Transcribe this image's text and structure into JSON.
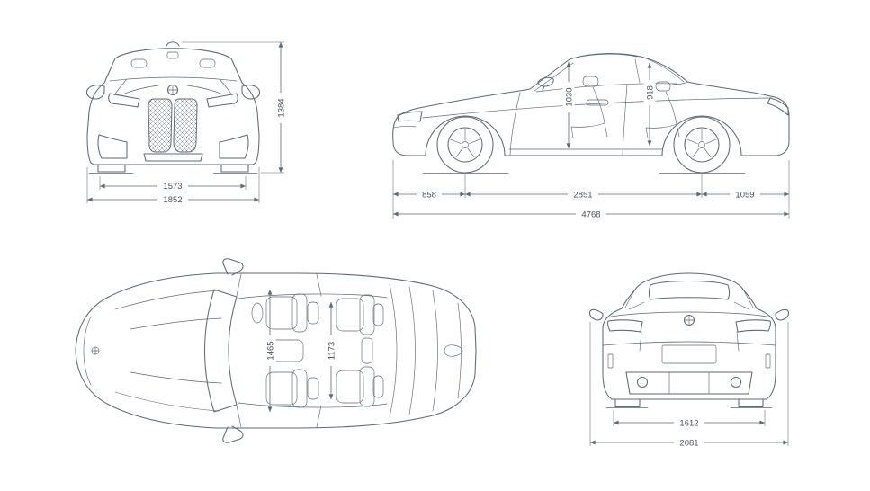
{
  "colors": {
    "background": "#ffffff",
    "line": "#5e6a76",
    "label_text": "#49525c"
  },
  "views": {
    "front": {
      "dimensions": {
        "track": "1573",
        "overall_width": "1852",
        "overall_height": "1384"
      }
    },
    "side": {
      "dimensions": {
        "headroom_front": "1030",
        "headroom_rear": "918",
        "front_overhang": "858",
        "wheelbase": "2851",
        "rear_overhang": "1059",
        "overall_length": "4768"
      }
    },
    "top": {
      "dimensions": {
        "interior_width_front": "1465",
        "interior_width_rear": "1173"
      }
    },
    "rear": {
      "dimensions": {
        "track": "1612",
        "width_incl_mirrors": "2081"
      }
    }
  }
}
